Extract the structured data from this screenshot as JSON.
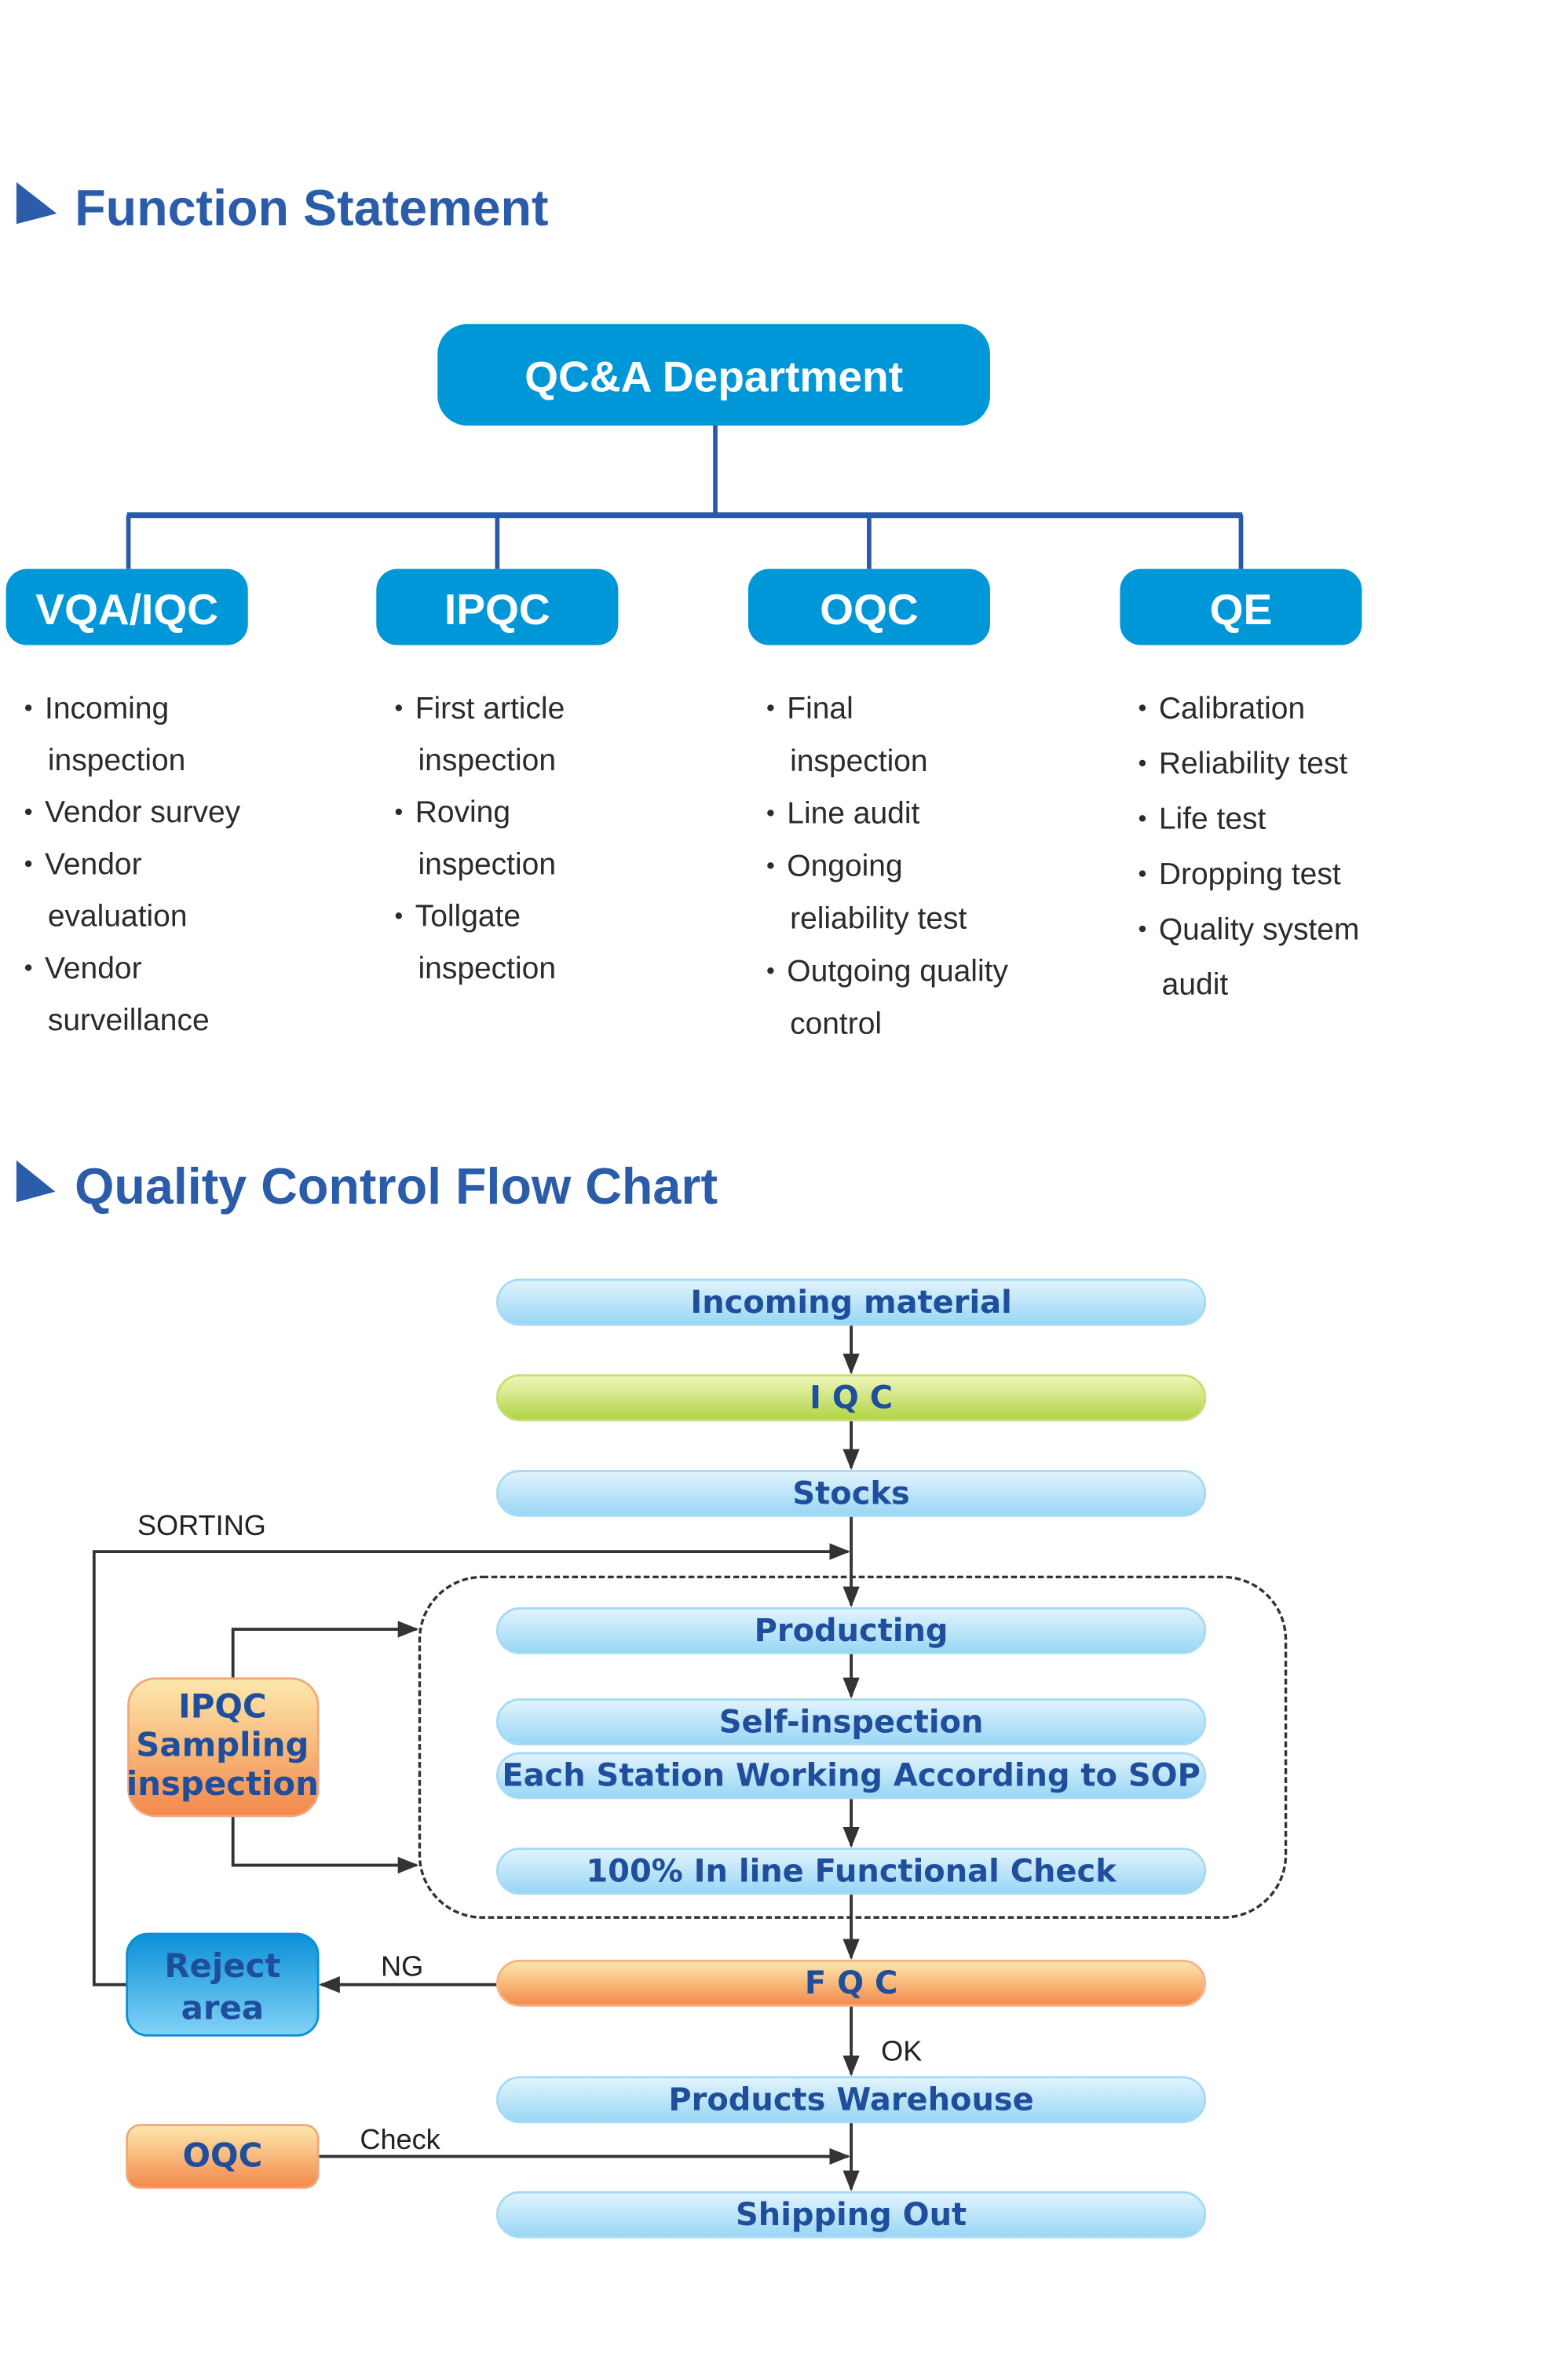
{
  "colors": {
    "heading": "#2a5caa",
    "org_box": "#0097d8",
    "org_line": "#2a59a8",
    "pill_blue_top": "#dff2fc",
    "pill_blue_bottom": "#9fd9f6",
    "pill_green_top": "#eef6b6",
    "pill_green_bottom": "#b5d64a",
    "pill_orange_top": "#fde7a8",
    "pill_orange_bottom": "#f38a4d",
    "reject_top": "#0c93d9",
    "reject_bottom": "#7ccff5",
    "pill_text": "#1f4e9c"
  },
  "sections": {
    "function_statement": {
      "heading": "Function Statement",
      "icon": "triangle-bullet-icon"
    },
    "flow_chart": {
      "heading": "Quality Control Flow Chart",
      "icon": "triangle-bullet-icon"
    }
  },
  "org_chart": {
    "root": "QC&A Department",
    "departments": [
      {
        "name": "VQA/IQC",
        "lines": [
          {
            "bullet": true,
            "text": "Incoming"
          },
          {
            "bullet": false,
            "text": "inspection"
          },
          {
            "bullet": true,
            "text": "Vendor survey"
          },
          {
            "bullet": true,
            "text": "Vendor"
          },
          {
            "bullet": false,
            "text": "evaluation"
          },
          {
            "bullet": true,
            "text": "Vendor"
          },
          {
            "bullet": false,
            "text": "surveillance"
          }
        ]
      },
      {
        "name": "IPQC",
        "lines": [
          {
            "bullet": true,
            "text": "First article"
          },
          {
            "bullet": false,
            "text": "inspection"
          },
          {
            "bullet": true,
            "text": "Roving"
          },
          {
            "bullet": false,
            "text": "inspection"
          },
          {
            "bullet": true,
            "text": "Tollgate"
          },
          {
            "bullet": false,
            "text": "inspection"
          }
        ]
      },
      {
        "name": "OQC",
        "lines": [
          {
            "bullet": true,
            "text": "Final"
          },
          {
            "bullet": false,
            "text": "inspection"
          },
          {
            "bullet": true,
            "text": "Line audit"
          },
          {
            "bullet": true,
            "text": "Ongoing"
          },
          {
            "bullet": false,
            "text": "reliability test"
          },
          {
            "bullet": true,
            "text": "Outgoing quality"
          },
          {
            "bullet": false,
            "text": "control"
          }
        ]
      },
      {
        "name": "QE",
        "lines": [
          {
            "bullet": true,
            "text": "Calibration"
          },
          {
            "bullet": true,
            "text": "Reliability test"
          },
          {
            "bullet": true,
            "text": "Life test"
          },
          {
            "bullet": true,
            "text": "Dropping test"
          },
          {
            "bullet": true,
            "text": "Quality system"
          },
          {
            "bullet": false,
            "text": "audit"
          }
        ]
      }
    ]
  },
  "flow": {
    "steps": [
      {
        "id": "incoming",
        "label": "Incoming material",
        "style": "blue"
      },
      {
        "id": "iqc",
        "label": "I Q C",
        "style": "green"
      },
      {
        "id": "stocks",
        "label": "Stocks",
        "style": "blue"
      },
      {
        "id": "producting",
        "label": "Producting",
        "style": "blue"
      },
      {
        "id": "self",
        "label": "Self-inspection",
        "style": "blue"
      },
      {
        "id": "sop",
        "label": "Each Station Working According to SOP",
        "style": "blue"
      },
      {
        "id": "inline",
        "label": "100% In line Functional Check",
        "style": "blue"
      },
      {
        "id": "fqc",
        "label": "F Q C",
        "style": "orange"
      },
      {
        "id": "warehouse",
        "label": "Products Warehouse",
        "style": "blue"
      },
      {
        "id": "shipping",
        "label": "Shipping Out",
        "style": "blue"
      }
    ],
    "side_nodes": {
      "ipqc": [
        "IPQC",
        "Sampling",
        "inspection"
      ],
      "reject": [
        "Reject",
        "area"
      ],
      "oqc": [
        "OQC"
      ]
    },
    "edge_labels": {
      "sorting": "SORTING",
      "ng": "NG",
      "ok": "OK",
      "check": "Check"
    }
  }
}
